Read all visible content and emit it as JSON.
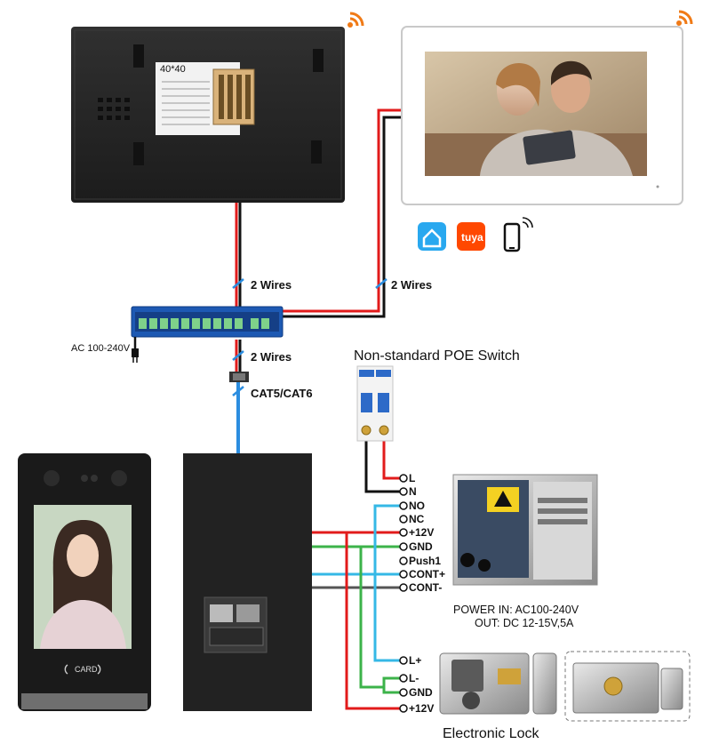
{
  "labels": {
    "two_wires_left": "2 Wires",
    "two_wires_right": "2 Wires",
    "two_wires_down": "2 Wires",
    "ac_input": "AC 100-240V",
    "cat_cable": "CAT5/CAT6",
    "poe_switch": "Non-standard POE Switch",
    "electronic_lock": "Electronic Lock",
    "monitor_back_label": "40*40",
    "card_label": "CARD"
  },
  "breaker_terminals": [
    {
      "id": "L",
      "label": "L"
    },
    {
      "id": "N",
      "label": "N"
    }
  ],
  "relay_terminals": [
    {
      "id": "NO",
      "label": "NO"
    },
    {
      "id": "NC",
      "label": "NC"
    },
    {
      "id": "12v",
      "label": "+12V"
    },
    {
      "id": "gnd",
      "label": "GND"
    },
    {
      "id": "push1",
      "label": "Push1"
    },
    {
      "id": "contp",
      "label": "CONT+"
    },
    {
      "id": "contm",
      "label": "CONT-"
    }
  ],
  "lock_terminals": [
    {
      "id": "lp",
      "label": "L+"
    },
    {
      "id": "lm",
      "label": "L-"
    },
    {
      "id": "gnd2",
      "label": "GND"
    },
    {
      "id": "12v2",
      "label": "+12V"
    }
  ],
  "power_supply": {
    "line1": "POWER  IN: AC100-240V",
    "line2": "OUT: DC 12-15V,5A"
  },
  "app_icons": [
    "home-app-icon",
    "tuya-app-icon",
    "smartphone-icon"
  ],
  "tuya_text": "tuya",
  "colors": {
    "red_wire": "#e21b1b",
    "black_wire": "#111111",
    "blue_wire": "#2b8de0",
    "green_wire": "#3cb34a",
    "cyan_wire": "#35b8e6",
    "gray_wire": "#555555",
    "wifi_orange": "#f07a16"
  }
}
